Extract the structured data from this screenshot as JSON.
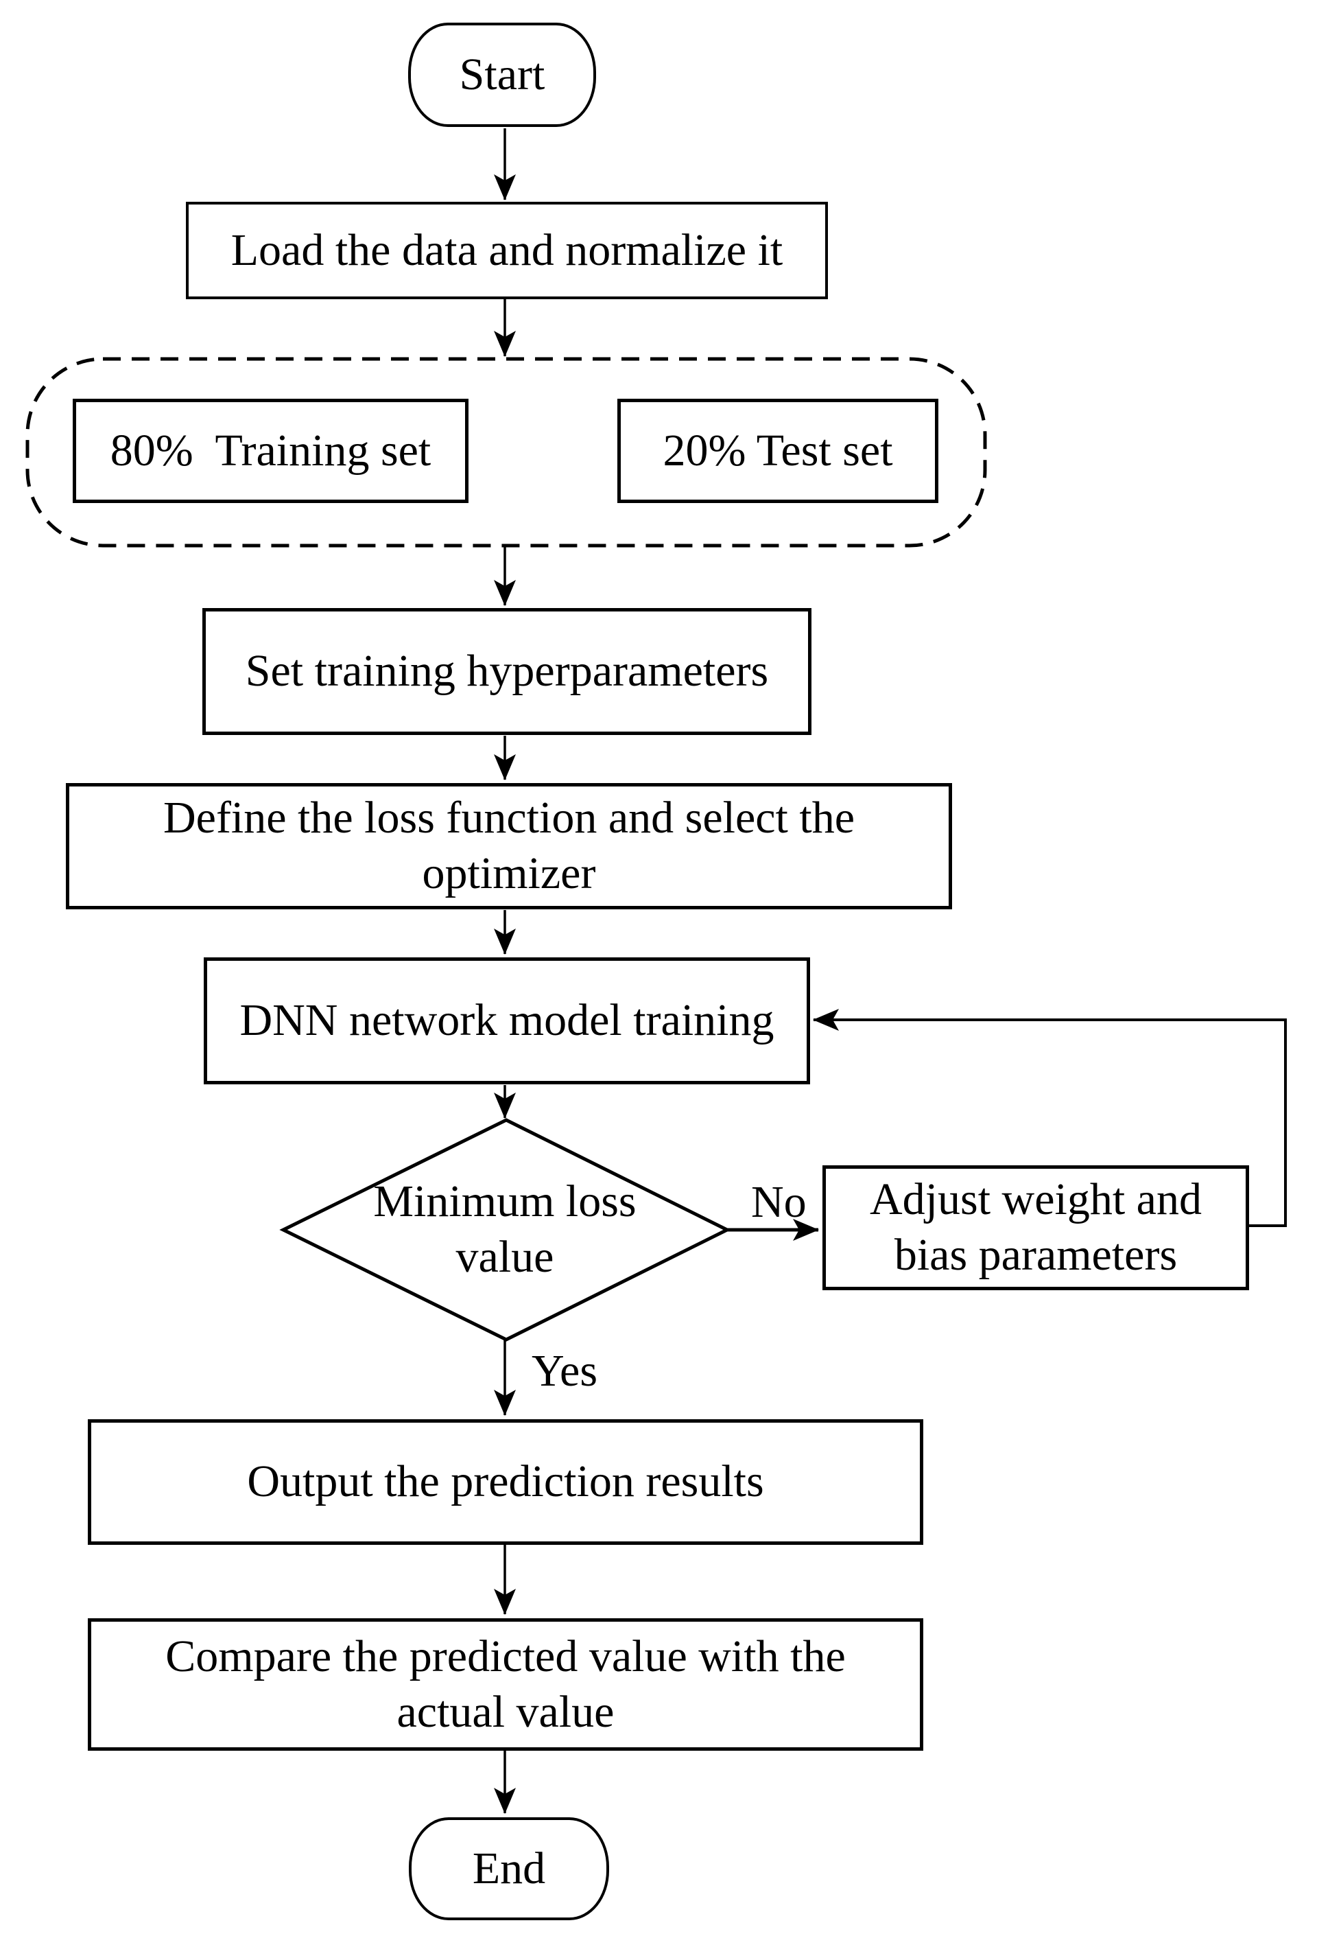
{
  "figure": {
    "colors": {
      "stroke": "#000000",
      "background": "#ffffff"
    },
    "nodes": {
      "start": {
        "label": "Start",
        "shape": "terminator"
      },
      "load_data": {
        "label": "Load the data and normalize it",
        "shape": "process"
      },
      "training_set": {
        "label": "80%  Training set",
        "shape": "process"
      },
      "test_set": {
        "label": "20% Test set",
        "shape": "process"
      },
      "set_hyperparameters": {
        "label": "Set training hyperparameters",
        "shape": "process"
      },
      "define_loss": {
        "label": "Define the loss function and select the\noptimizer",
        "shape": "process"
      },
      "dnn_training": {
        "label": "DNN network model training",
        "shape": "process"
      },
      "min_loss_decision": {
        "label": "Minimum loss\nvalue",
        "shape": "decision"
      },
      "adjust_parameters": {
        "label": "Adjust weight and\nbias parameters",
        "shape": "process"
      },
      "output_results": {
        "label": "Output the prediction results",
        "shape": "process"
      },
      "compare_values": {
        "label": "Compare the predicted value with the\nactual value",
        "shape": "process"
      },
      "end": {
        "label": "End",
        "shape": "terminator"
      }
    },
    "edge_labels": {
      "no": "No",
      "yes": "Yes"
    }
  }
}
